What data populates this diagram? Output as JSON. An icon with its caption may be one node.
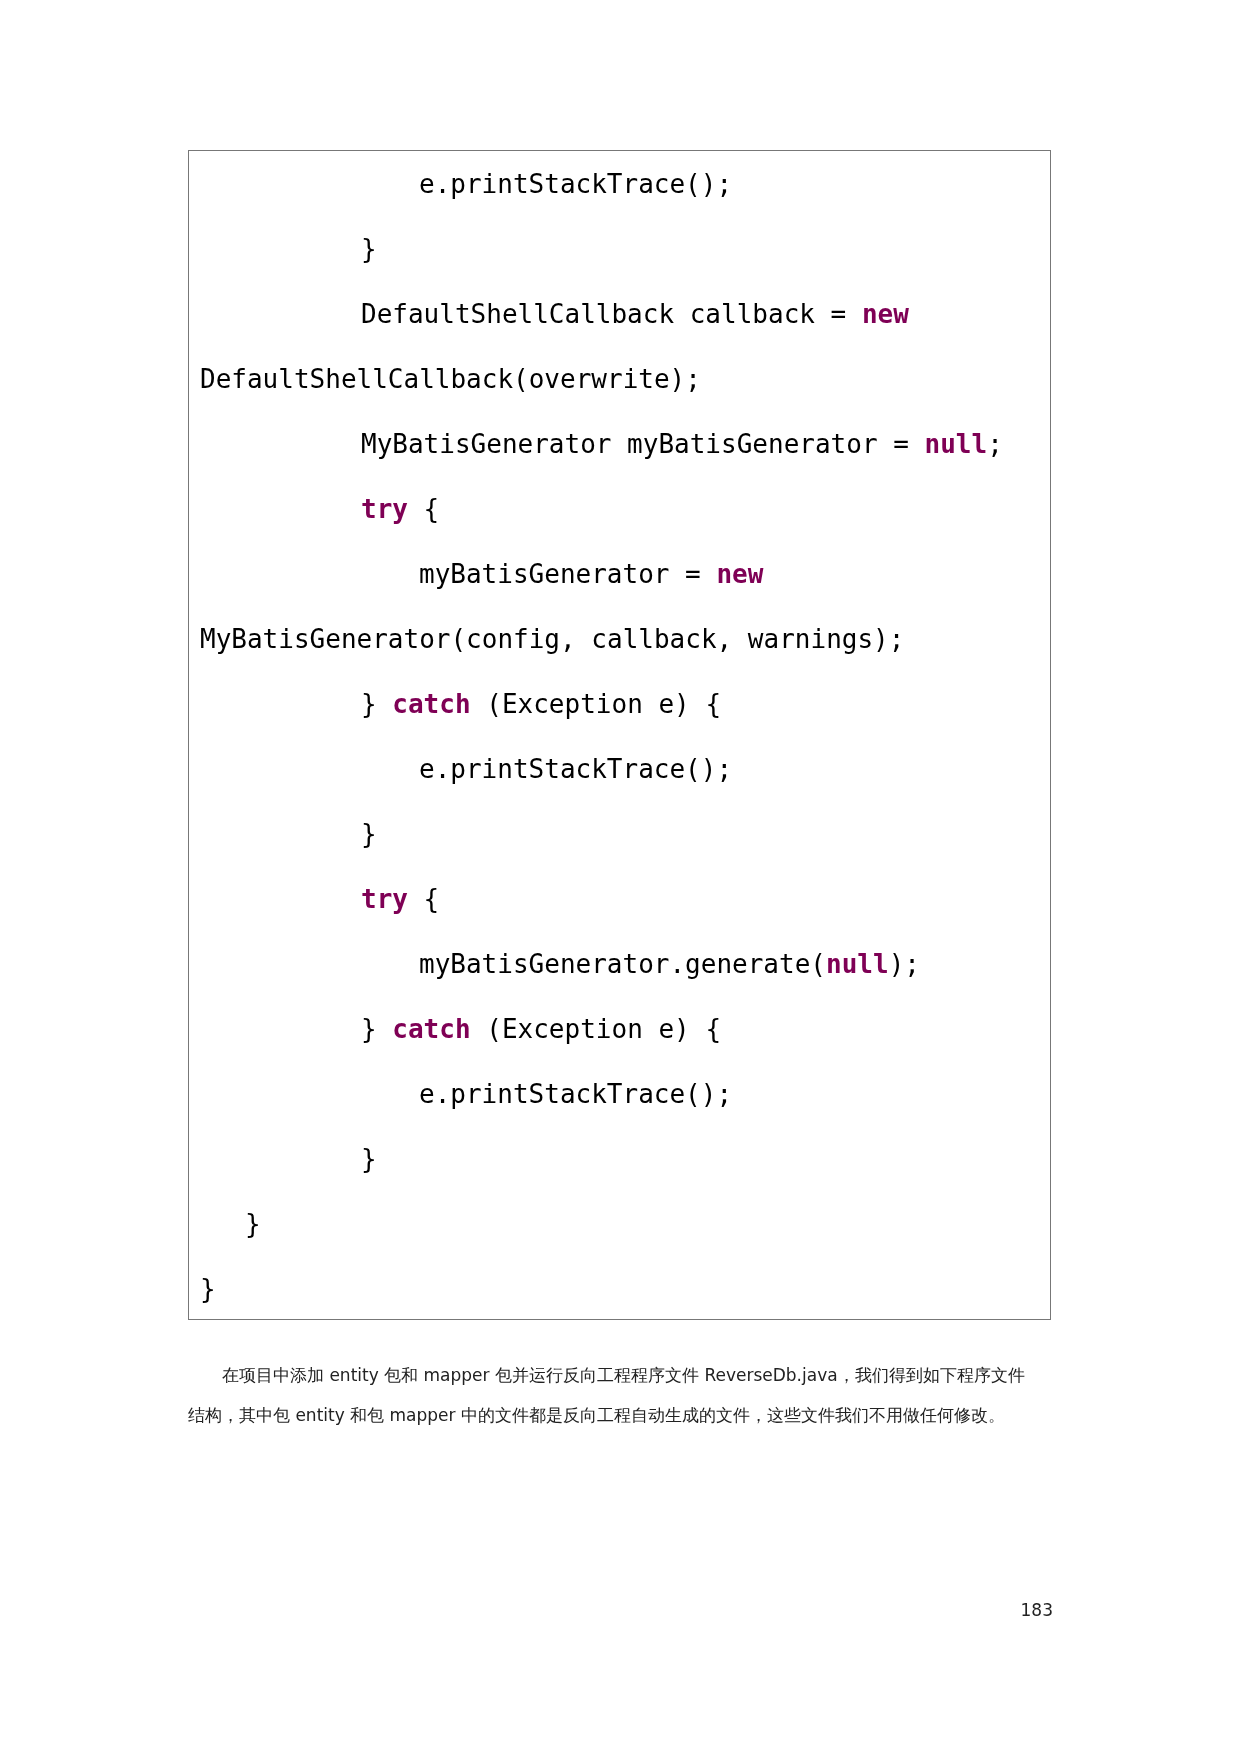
{
  "diagram": {
    "nodes": [
      {
        "text": [
          "e.printStackTrace();",
          "}",
          "DefaultShellCallback callback = **new**",
          "DefaultShellCallback(overwrite);",
          "MyBatisGenerator myBatisGenerator = **null**;",
          "**try** {",
          "myBatisGenerator = **new**",
          "MyBatisGenerator(config, callback, warnings);",
          "} **catch** (Exception e) {",
          "e.printStackTrace();",
          "}",
          "**try** {",
          "myBatisGenerator.generate(**null**);",
          "} **catch** (Exception e) {",
          "e.printStackTrace();",
          "}",
          "}",
          "}"
        ]
      }
    ],
    "edges": [],
    "labels": [
      "在项目中添加 entity 包和 mapper 包并运行反向工程程序文件 ReverseDb.java，我们得到如下程序文件结构，其中包 entity 和包 mapper 中的文件都是反向工程自动生成的文件，这些文件我们不用做任何修改。",
      "183"
    ]
  }
}
